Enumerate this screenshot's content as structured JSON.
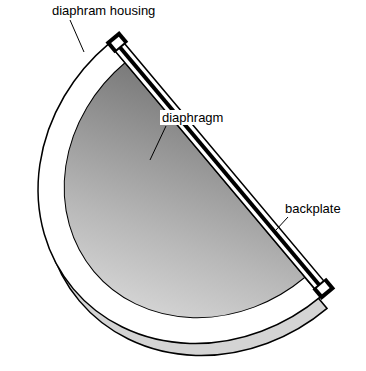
{
  "diagram": {
    "labels": [
      "diaphram housing",
      "diaphragm",
      "backplate"
    ]
  }
}
